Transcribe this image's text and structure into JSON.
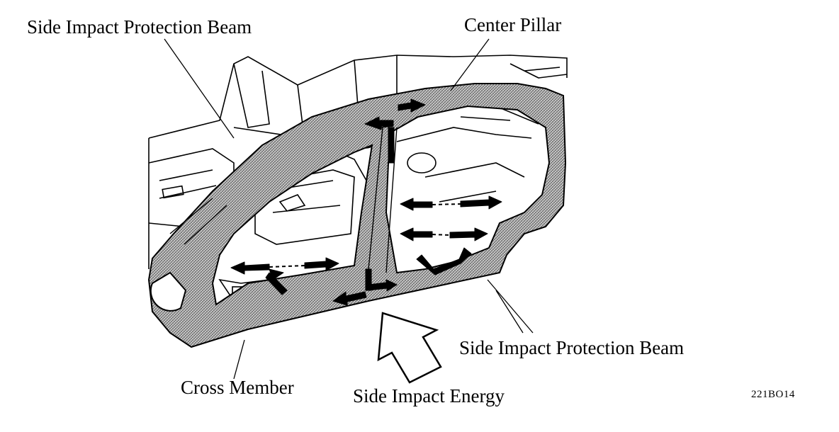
{
  "labels": {
    "beam_top": "Side Impact Protection Beam",
    "center_pillar": "Center Pillar",
    "beam_right": "Side Impact Protection Beam",
    "cross_member": "Cross Member",
    "impact_energy": "Side Impact Energy"
  },
  "figure_code": "221BO14",
  "colors": {
    "ink": "#000000",
    "hatch": "#8a8a8a",
    "paper": "#ffffff"
  }
}
